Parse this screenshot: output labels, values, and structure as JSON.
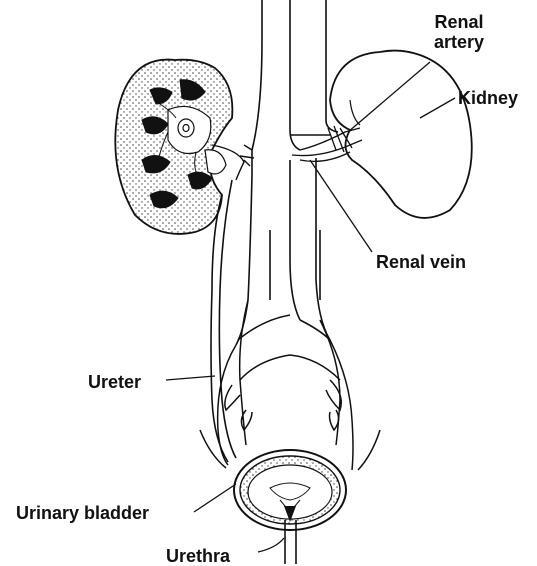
{
  "labels": {
    "renal_artery_line1": "Renal",
    "renal_artery_line2": "artery",
    "kidney": "Kidney",
    "renal_vein": "Renal vein",
    "ureter": "Ureter",
    "urinary_bladder": "Urinary bladder",
    "urethra": "Urethra"
  },
  "colors": {
    "ink": "#111111",
    "background": "#ffffff",
    "stipple": "#444444"
  }
}
